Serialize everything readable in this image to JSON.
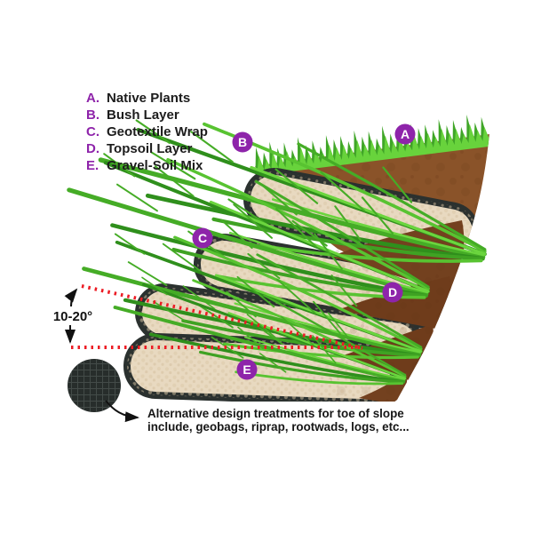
{
  "legend": {
    "items": [
      {
        "letter": "A.",
        "label": "Native Plants"
      },
      {
        "letter": "B.",
        "label": "Bush Layer"
      },
      {
        "letter": "C.",
        "label": "Geotextile Wrap"
      },
      {
        "letter": "D.",
        "label": "Topsoil Layer"
      },
      {
        "letter": "E.",
        "label": "Gravel-Soil Mix"
      }
    ]
  },
  "badges": {
    "a": "A",
    "b": "B",
    "c": "C",
    "d": "D",
    "e": "E"
  },
  "angle_annotation": {
    "label": "10-20°"
  },
  "caption": {
    "line1": "Alternative design treatments for toe of slope",
    "line2": "include, geobags, riprap, rootwads, logs, etc..."
  },
  "colors": {
    "accent_purple": "#8E24AA",
    "dotted_line_red": "#EC1C24",
    "soil_bank_brown": "#8A5329",
    "topsoil_wedge_brown": "#6F3C1B",
    "lift_fill_tan": "#E8D9C0",
    "geotextile_wrap_charcoal": "#2B312F",
    "grass_green": "#3FA527",
    "branch_green": "#45AC26"
  }
}
